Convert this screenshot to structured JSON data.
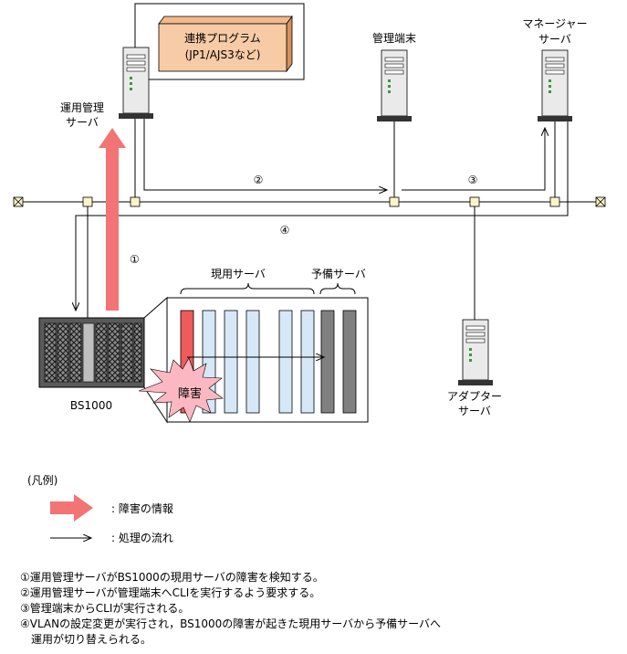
{
  "nodes": {
    "ops_server": {
      "label_line1": "運用管理",
      "label_line2": "サーバ"
    },
    "admin_terminal": {
      "label": "管理端末"
    },
    "manager_server": {
      "label_line1": "マネージャー",
      "label_line2": "サーバ"
    },
    "adapter_server": {
      "label_line1": "アダプター",
      "label_line2": "サーバ"
    },
    "bs1000": {
      "label": "BS1000"
    },
    "linked_program": {
      "line1": "連携プログラム",
      "line2": "(JP1/AJS3など)"
    }
  },
  "groups": {
    "active": "現用サーバ",
    "standby": "予備サーバ"
  },
  "failure_label": "障害",
  "steps": {
    "s1": "①",
    "s2": "②",
    "s3": "③",
    "s4": "④"
  },
  "legend": {
    "title": "(凡例)",
    "failure_info": ": 障害の情報",
    "process_flow": ": 処理の流れ"
  },
  "notes": [
    "①運用管理サーバがBS1000の現用サーバの障害を検知する。",
    "②運用管理サーバが管理端末へCLIを実行するよう要求する。",
    "③管理端末からCLIが実行される。",
    "④VLANの設定変更が実行され，BS1000の障害が起きた現用サーバから予備サーバへ",
    "　運用が切り替えられる。"
  ],
  "colors": {
    "failure_red": "#f27474",
    "failed_server": "#ef5a5a",
    "active_server": "#d6e8f8",
    "standby_server": "#808080",
    "program_box": "#f7cba6",
    "hub": "#fbf4c8",
    "burst": "#fbb8c2"
  }
}
